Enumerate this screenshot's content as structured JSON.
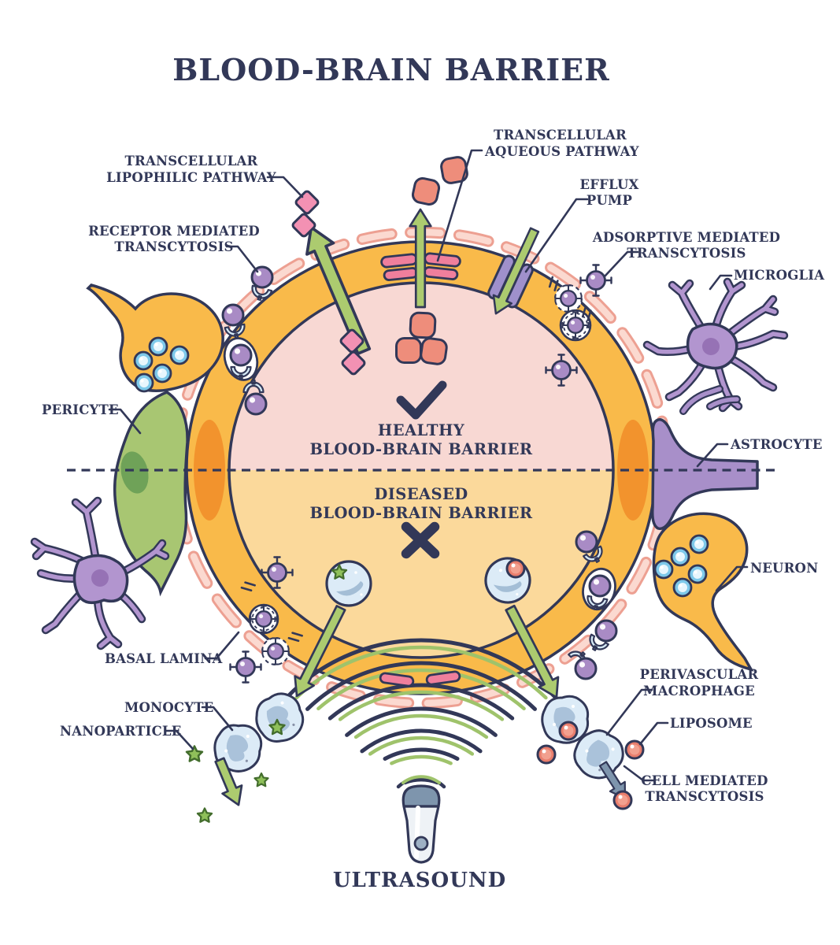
{
  "title": "BLOOD-BRAIN BARRIER",
  "labels": {
    "lipophilic": {
      "l1": "TRANSCELLULAR",
      "l2": "LIPOPHILIC PATHWAY"
    },
    "aqueous": {
      "l1": "TRANSCELLULAR",
      "l2": "AQUEOUS PATHWAY"
    },
    "efflux": {
      "l1": "EFFLUX",
      "l2": "PUMP"
    },
    "receptor": {
      "l1": "RECEPTOR MEDIATED",
      "l2": "TRANSCYTOSIS"
    },
    "adsorptive": {
      "l1": "ADSORPTIVE MEDIATED",
      "l2": "TRANSCYTOSIS"
    },
    "microglia": "MICROGLIA",
    "pericyte": "PERICYTE",
    "astrocyte": "ASTROCYTE",
    "neuron": "NEURON",
    "basal_lamina": "BASAL LAMINA",
    "monocyte": "MONOCYTE",
    "nanoparticle": "NANOPARTICLE",
    "macrophage": {
      "l1": "PERIVASCULAR",
      "l2": "MACROPHAGE"
    },
    "liposome": "LIPOSOME",
    "cell_mediated": {
      "l1": "CELL MEDIATED",
      "l2": "TRANSCYTOSIS"
    },
    "ultrasound": "ULTRASOUND"
  },
  "center": {
    "healthy": "HEALTHY",
    "bbb1": "BLOOD-BRAIN BARRIER",
    "diseased": "DISEASED",
    "bbb2": "BLOOD-BRAIN BARRIER"
  },
  "colors": {
    "ink": "#323858",
    "orange": "#f9ba4a",
    "orange_dark": "#f2932d",
    "lumen_pink": "#f8d8d3",
    "lumen_yellow": "#fbd99b",
    "lamina_edge": "#eda092",
    "lamina_fill": "#fbd9d0",
    "junction_pink": "#ef7f9c",
    "molecule_salmon": "#ee8d7b",
    "diamond_pink": "#f391b3",
    "arrow_green": "#accb6f",
    "pericyte_green": "#a8c672",
    "pericyte_nucleus": "#6fa258",
    "cell_purple": "#b295cf",
    "nucleus_purple": "#9672b5",
    "sphere_purple": "#a98bc5",
    "vesicle_blue": "#7ec9ea",
    "monocyte_fill": "#dcebf7",
    "monocyte_inner": "#a4bed6",
    "star_green": "#8fc05a",
    "liposome_red": "#e97e6d",
    "slate": "#7e95ad",
    "wave_green": "#9fc36b"
  }
}
